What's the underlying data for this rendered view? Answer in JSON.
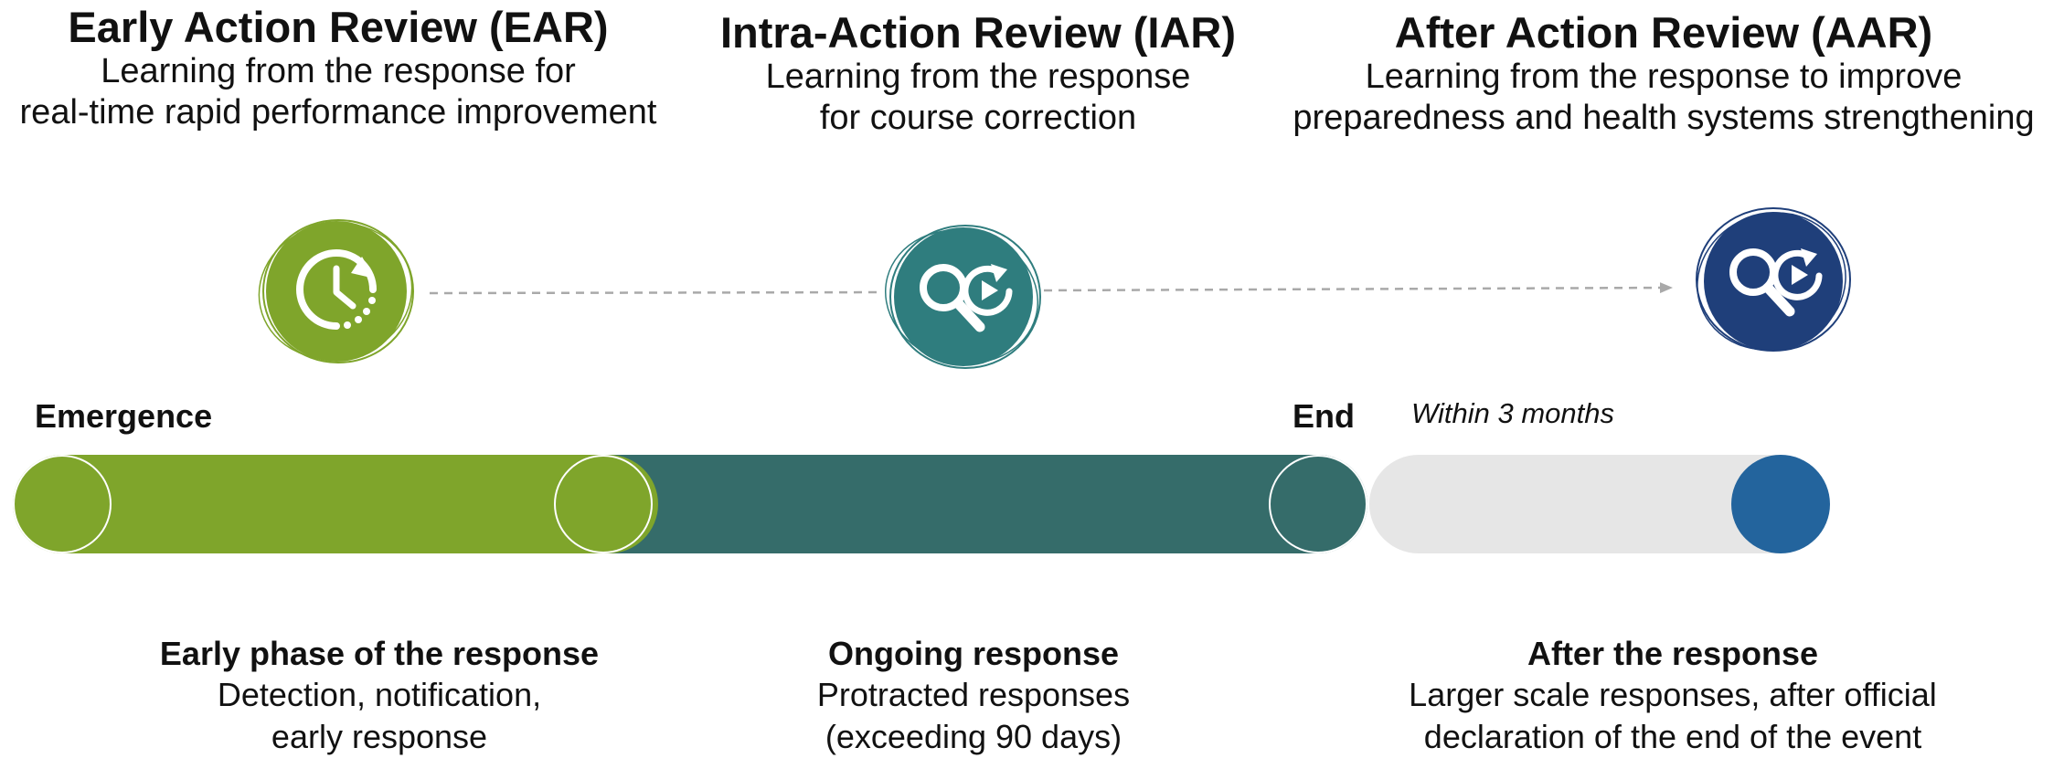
{
  "colors": {
    "ear_green": "#7fa52b",
    "iar_teal": "#356c6a",
    "iar_icon_teal": "#2f7d7e",
    "aar_navy": "#1f3f7a",
    "aar_blue": "#23649d",
    "after_grey": "#e6e6e6",
    "connector_grey": "#a9a9a9"
  },
  "headers": {
    "ear": {
      "title": "Early Action Review (EAR)",
      "line1": "Learning from the response for",
      "line2": "real-time rapid performance improvement",
      "icon": "clock-refresh-icon"
    },
    "iar": {
      "title": "Intra-Action Review (IAR)",
      "line1": "Learning from the response",
      "line2": "for course correction",
      "icon": "search-refresh-icon"
    },
    "aar": {
      "title": "After Action Review (AAR)",
      "line1": "Learning from the response to improve",
      "line2": "preparedness and health systems strengthening",
      "icon": "search-refresh-icon"
    }
  },
  "timeline": {
    "start_label": "Emergence",
    "end_label": "End",
    "after_note": "Within 3 months"
  },
  "phases": {
    "early": {
      "title": "Early phase of the response",
      "line1": "Detection, notification,",
      "line2": "early response"
    },
    "ongoing": {
      "title": "Ongoing response",
      "line1": "Protracted responses",
      "line2": "(exceeding 90 days)"
    },
    "after": {
      "title": "After the response",
      "line1": "Larger scale responses, after official",
      "line2": "declaration of the end of the event"
    }
  }
}
